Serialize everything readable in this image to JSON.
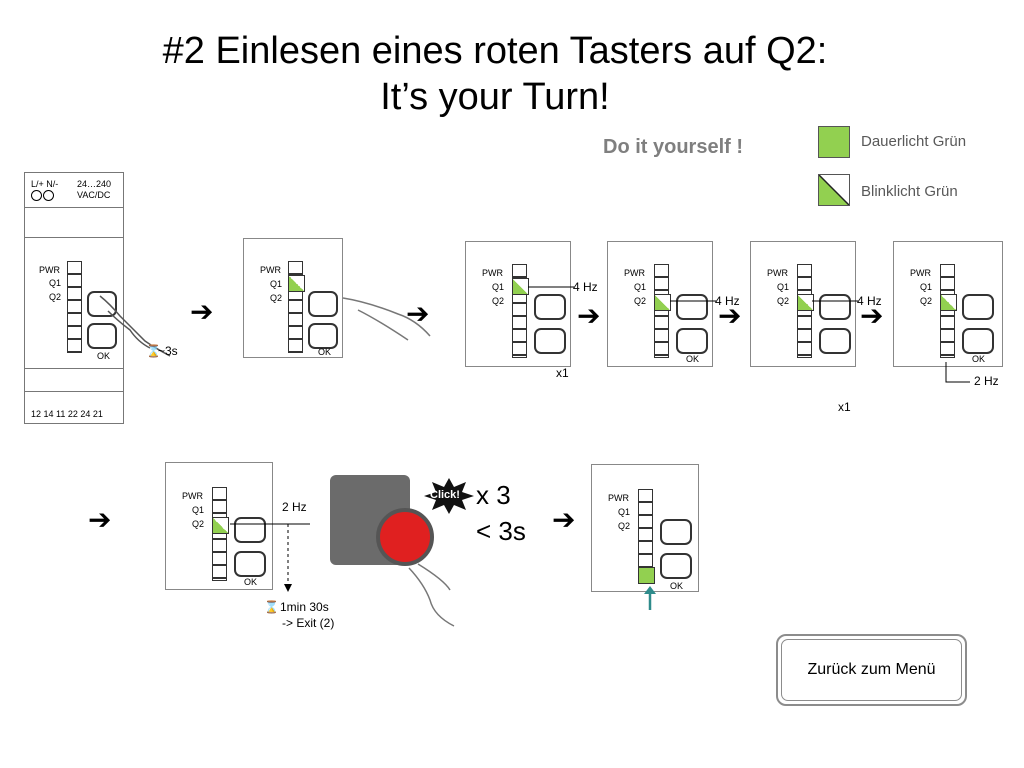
{
  "title": {
    "line1": "#2 Einlesen eines roten Tasters auf Q2:",
    "line2": "It’s your Turn!"
  },
  "subtitle": "Do it yourself !",
  "legend": {
    "steady": {
      "label": "Dauerlicht Grün",
      "color": "#92d050"
    },
    "blink": {
      "label": "Blinklicht Grün",
      "color": "#92d050"
    }
  },
  "device_labels": {
    "pwr": "PWR",
    "q1": "Q1",
    "q2": "Q2",
    "ok": "OK",
    "power_terminals": "L/+ N/-",
    "voltage_line1": "24…240",
    "voltage_line2": "VAC/DC",
    "output_terminals": "12 14 11 22 24 21"
  },
  "annotations": {
    "hold_time": "~3s",
    "freq_4hz": "4 Hz",
    "freq_2hz": "2 Hz",
    "press_once": "x1",
    "timeout": "1min 30s",
    "exit": "-> Exit (2)",
    "click": "Click!",
    "times_three": "x 3",
    "under_3s": "< 3s"
  },
  "back_button": {
    "label": "Zurück zum Menü"
  },
  "colors": {
    "green": "#92d050",
    "red_button": "#e02020",
    "arrow_teal": "#2e8b8b"
  }
}
